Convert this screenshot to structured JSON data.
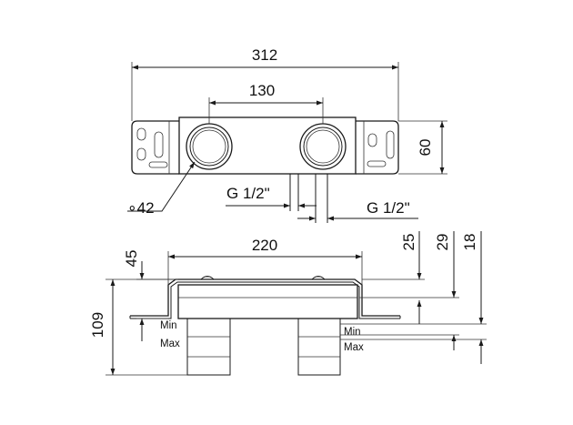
{
  "top_view": {
    "dim_overall_width": "312",
    "dim_center_distance": "130",
    "dim_height": "60",
    "dim_diameter": "∘42",
    "dim_thread_left": "G 1/2\"",
    "dim_thread_right": "G 1/2\""
  },
  "side_view": {
    "dim_width": "220",
    "dim_depth_45": "45",
    "dim_total_109": "109",
    "dim_25": "25",
    "dim_29": "29",
    "dim_18": "18",
    "label_min_left": "Min",
    "label_max_left": "Max",
    "label_min_right": "Min",
    "label_max_right": "Max"
  },
  "colors": {
    "line": "#1a1a1a",
    "background": "#ffffff"
  }
}
